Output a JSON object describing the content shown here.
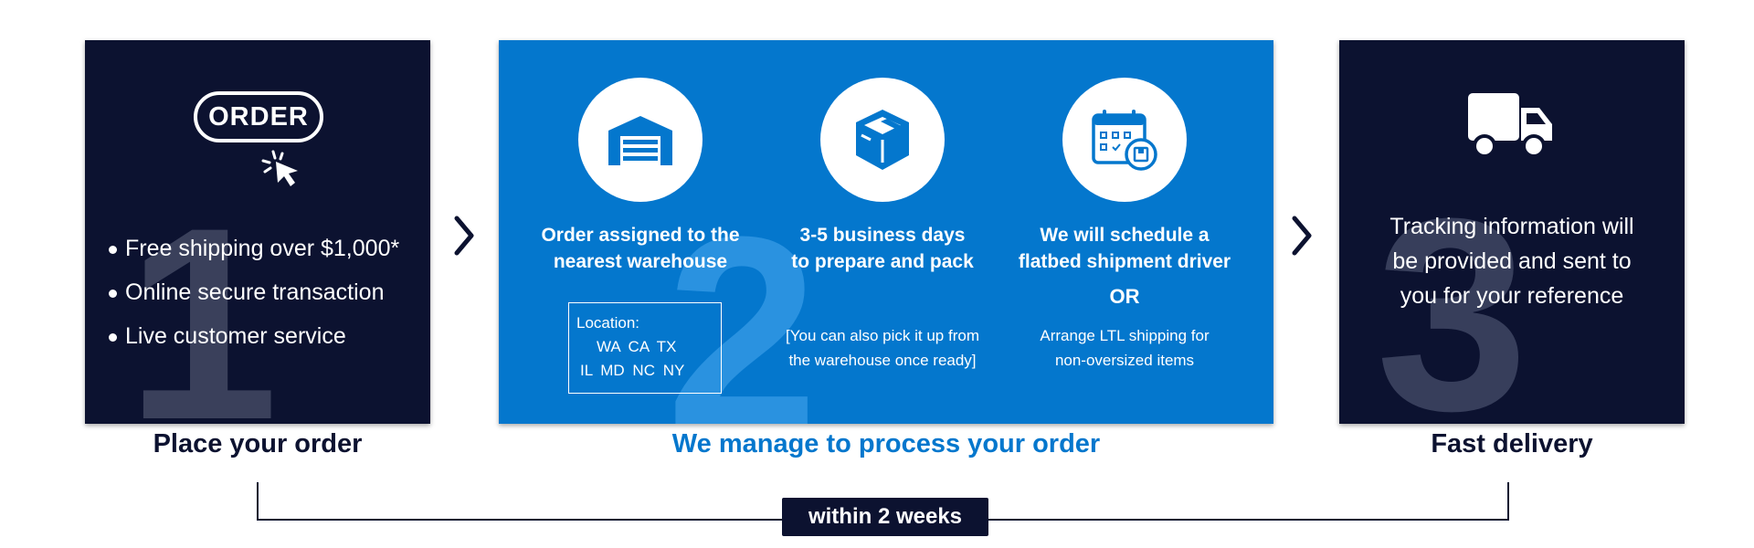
{
  "colors": {
    "navy": "#0c1230",
    "blue": "#0477cd",
    "white": "#ffffff"
  },
  "step1": {
    "number": "1",
    "badge_text": "ORDER",
    "icon": "cursor-click-icon",
    "bullets": [
      "Free shipping over $1,000*",
      "Online secure transaction",
      "Live customer service"
    ],
    "label": "Place your order"
  },
  "step2": {
    "number": "2",
    "columns": [
      {
        "icon": "warehouse-icon",
        "title_lines": [
          "Order assigned to the",
          "nearest warehouse"
        ],
        "location": {
          "heading": "Location:",
          "row1": "WA CA TX",
          "row2": "IL MD NC NY"
        }
      },
      {
        "icon": "package-box-icon",
        "title_lines": [
          "3-5 business days",
          "to prepare and pack"
        ],
        "note_lines": [
          "[You can also pick it up from",
          "the warehouse once ready]"
        ]
      },
      {
        "icon": "calendar-schedule-icon",
        "title_lines": [
          "We will schedule a",
          "flatbed shipment driver"
        ],
        "or_text": "OR",
        "note_lines": [
          "Arrange LTL shipping for",
          "non-oversized items"
        ]
      }
    ],
    "label": "We manage to process your order"
  },
  "step3": {
    "number": "3",
    "icon": "delivery-truck-icon",
    "text_lines": [
      "Tracking information will",
      "be provided and sent to",
      "you for your reference"
    ],
    "label": "Fast delivery"
  },
  "timeline": {
    "duration": "within 2 weeks"
  }
}
